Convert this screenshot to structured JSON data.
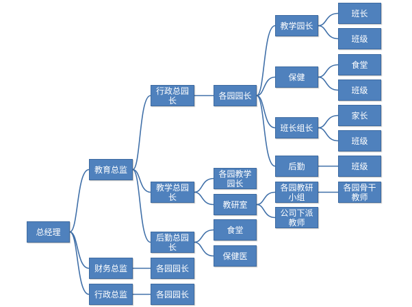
{
  "nodes": [
    {
      "id": "zjl",
      "label": "总经理"
    },
    {
      "id": "jyzj",
      "label": "教育总监"
    },
    {
      "id": "cwzj",
      "label": "财务总监"
    },
    {
      "id": "xzzj",
      "label": "行政总监"
    },
    {
      "id": "xzzyz",
      "label": "行政总园长"
    },
    {
      "id": "jxzyz",
      "label": "教学总园长"
    },
    {
      "id": "hqzyz",
      "label": "后勤总园长"
    },
    {
      "id": "gyyz_cw",
      "label": "各园园长"
    },
    {
      "id": "gyyz_xz",
      "label": "各园园长"
    },
    {
      "id": "gyyz_main",
      "label": "各园园长"
    },
    {
      "id": "gyjxyz",
      "label": "各园教学园长"
    },
    {
      "id": "jys",
      "label": "教研室"
    },
    {
      "id": "st_hq",
      "label": "食堂"
    },
    {
      "id": "bjy",
      "label": "保健医"
    },
    {
      "id": "jxyz",
      "label": "教学园长"
    },
    {
      "id": "bj",
      "label": "保健"
    },
    {
      "id": "bzzz",
      "label": "班长组长"
    },
    {
      "id": "hq",
      "label": "后勤"
    },
    {
      "id": "gyjyxz",
      "label": "各园教研小组"
    },
    {
      "id": "gsxpjs",
      "label": "公司下派教师"
    },
    {
      "id": "bz1",
      "label": "班长"
    },
    {
      "id": "bj1",
      "label": "班级"
    },
    {
      "id": "st2",
      "label": "食堂"
    },
    {
      "id": "bj2",
      "label": "班级"
    },
    {
      "id": "jz",
      "label": "家长"
    },
    {
      "id": "bj3",
      "label": "班级"
    },
    {
      "id": "bj4",
      "label": "班级"
    },
    {
      "id": "gyggjs",
      "label": "各园骨干教师"
    }
  ],
  "edges": [
    [
      "zjl",
      "jyzj"
    ],
    [
      "zjl",
      "cwzj"
    ],
    [
      "zjl",
      "xzzj"
    ],
    [
      "jyzj",
      "xzzyz"
    ],
    [
      "jyzj",
      "jxzyz"
    ],
    [
      "jyzj",
      "hqzyz"
    ],
    [
      "cwzj",
      "gyyz_cw"
    ],
    [
      "xzzj",
      "gyyz_xz"
    ],
    [
      "xzzyz",
      "gyyz_main"
    ],
    [
      "jxzyz",
      "gyjxyz"
    ],
    [
      "jxzyz",
      "jys"
    ],
    [
      "hqzyz",
      "st_hq"
    ],
    [
      "hqzyz",
      "bjy"
    ],
    [
      "gyyz_main",
      "jxyz"
    ],
    [
      "gyyz_main",
      "bj"
    ],
    [
      "gyyz_main",
      "bzzz"
    ],
    [
      "gyyz_main",
      "hq"
    ],
    [
      "jys",
      "gyjyxz"
    ],
    [
      "jys",
      "gsxpjs"
    ],
    [
      "jxyz",
      "bz1"
    ],
    [
      "jxyz",
      "bj1"
    ],
    [
      "bj",
      "st2"
    ],
    [
      "bj",
      "bj2"
    ],
    [
      "bzzz",
      "jz"
    ],
    [
      "bzzz",
      "bj3"
    ],
    [
      "hq",
      "bj4"
    ],
    [
      "gyjyxz",
      "gyggjs"
    ]
  ],
  "colors": {
    "node_fill": "#4f81bd",
    "node_border": "#3d6aa0",
    "edge": "#3f6fa8",
    "text": "#ffffff"
  }
}
